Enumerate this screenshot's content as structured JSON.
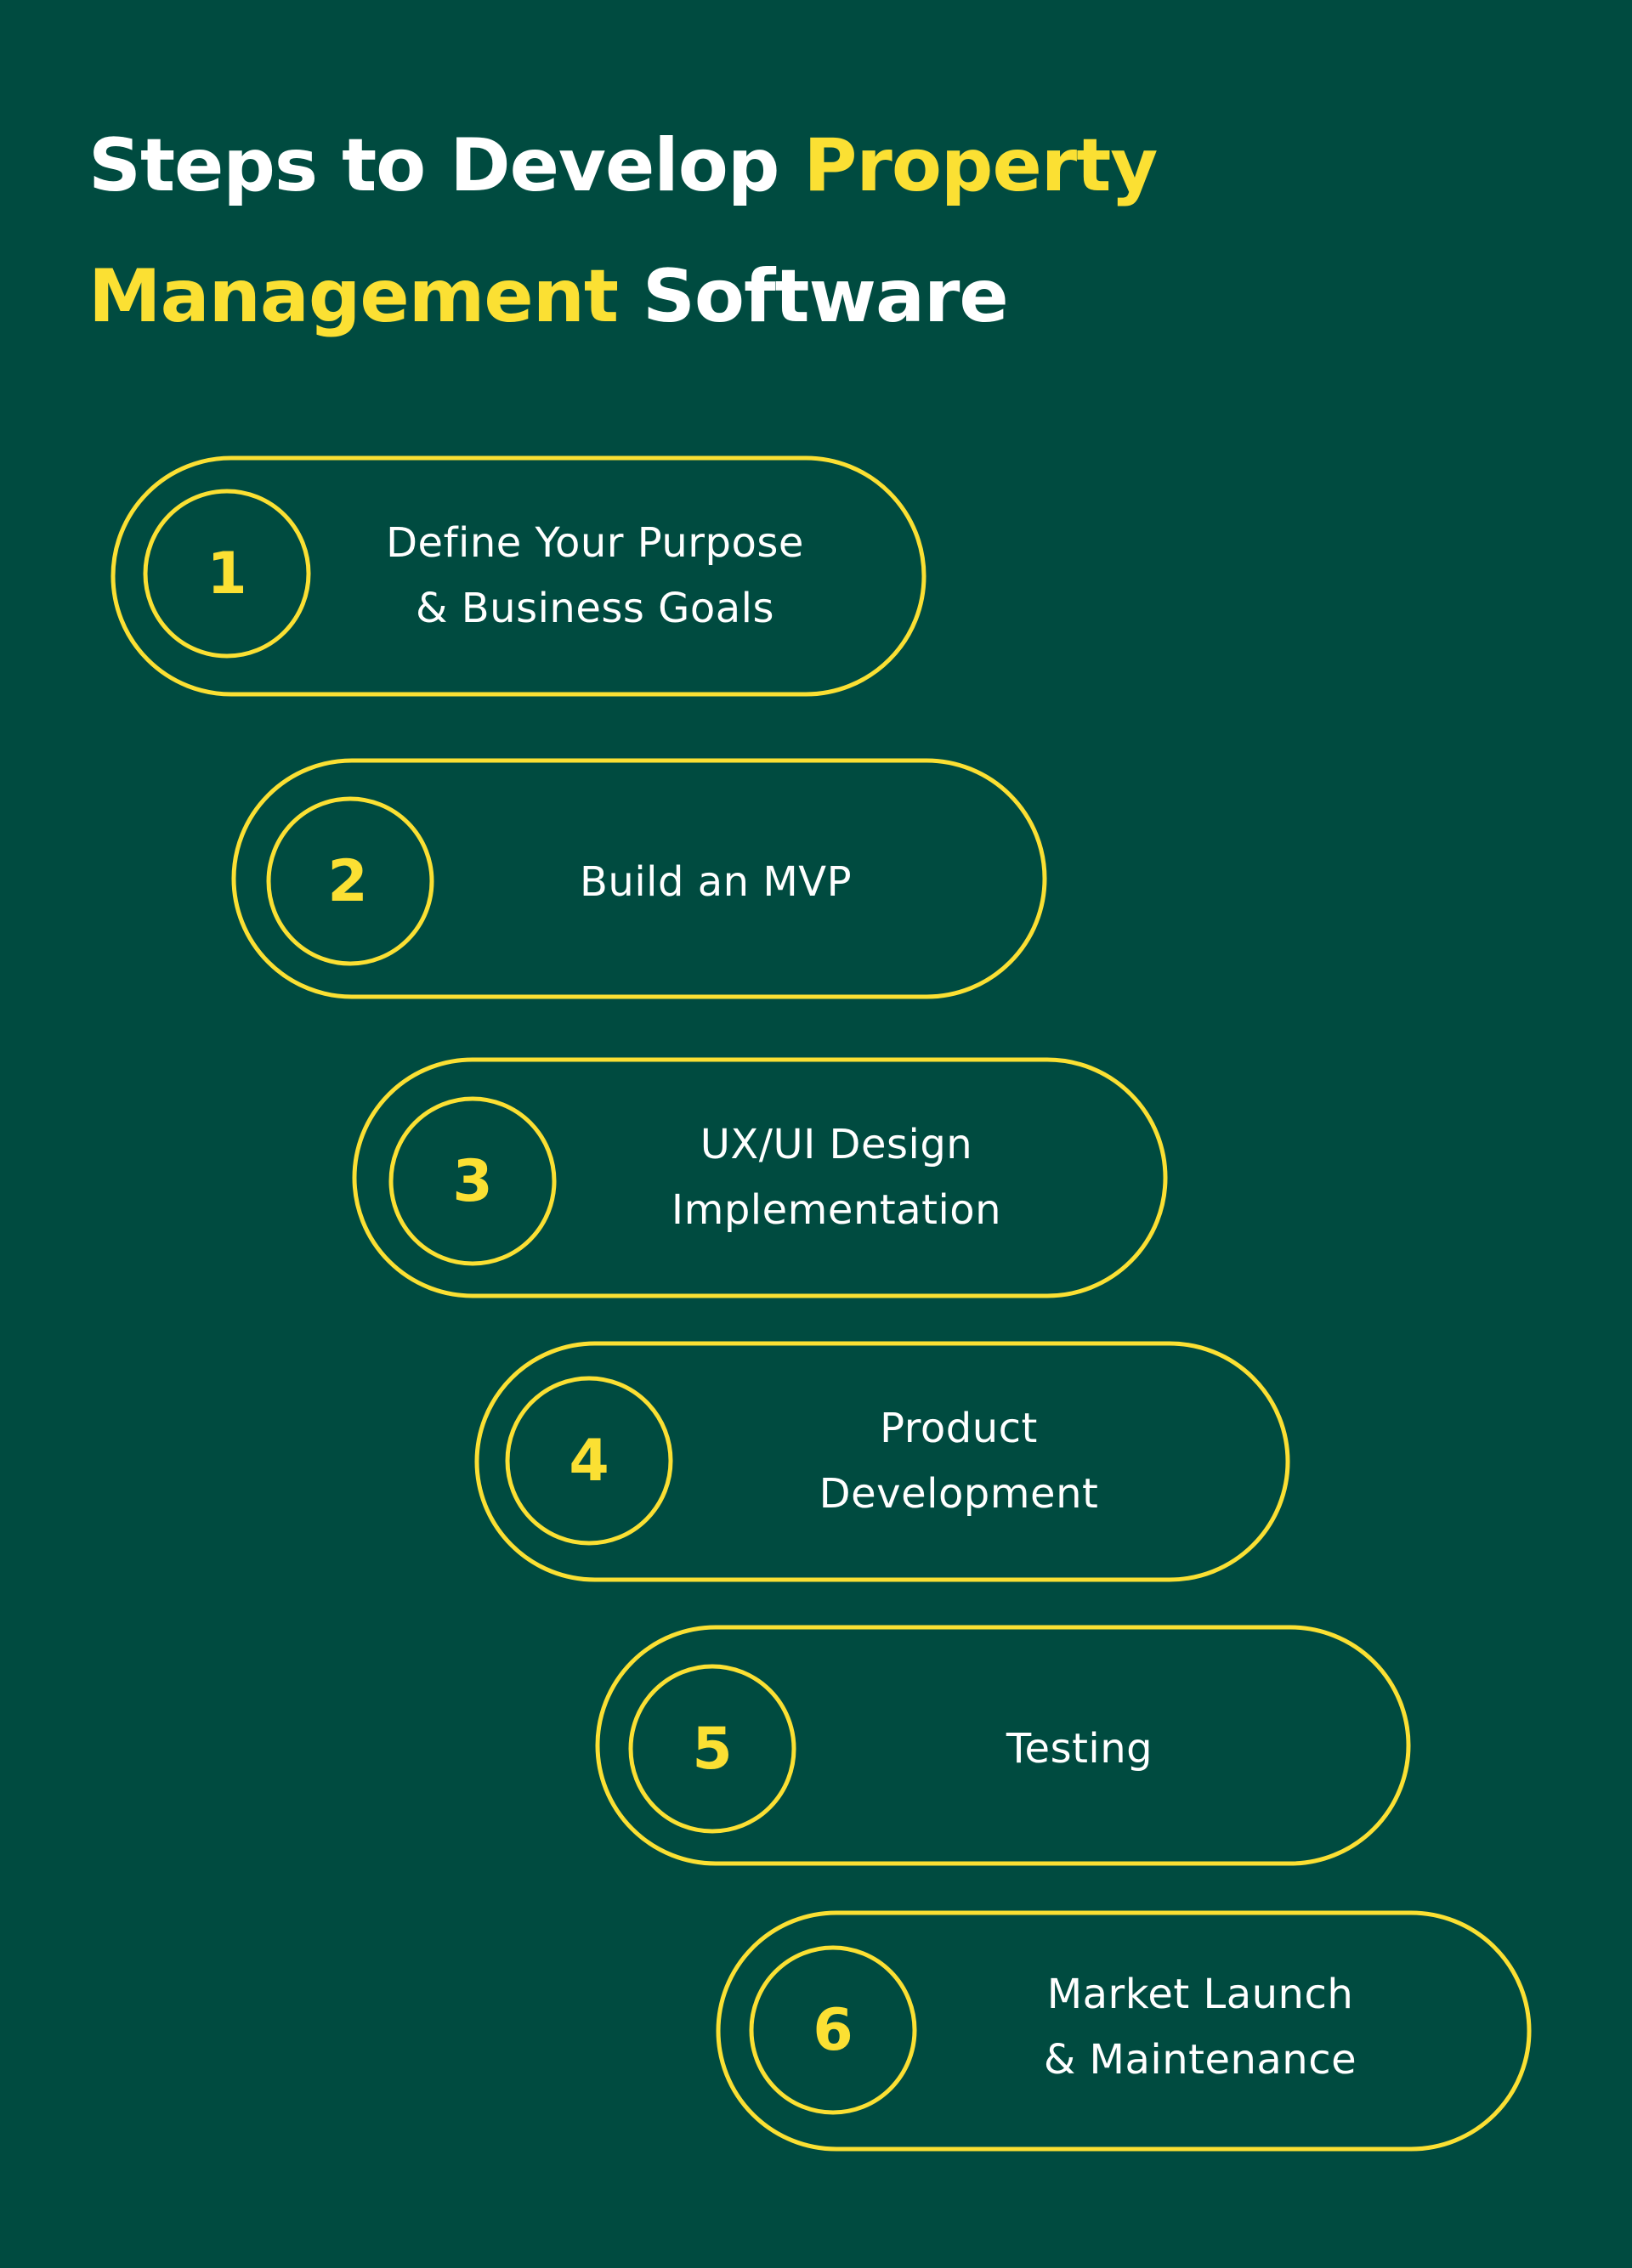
{
  "colors": {
    "background": "#004b40",
    "accent": "#fbe033",
    "text": "#ffffff"
  },
  "title": {
    "line1": {
      "plain": "Steps to Develop ",
      "highlight": "Property"
    },
    "line2": {
      "highlight": "Management",
      "plain": " Software"
    }
  },
  "steps": [
    {
      "number": "1",
      "lines": [
        "Define Your Purpose",
        "& Business Goals"
      ]
    },
    {
      "number": "2",
      "lines": [
        "Build an MVP"
      ]
    },
    {
      "number": "3",
      "lines": [
        "UX/UI Design",
        "Implementation"
      ]
    },
    {
      "number": "4",
      "lines": [
        "Product",
        "Development"
      ]
    },
    {
      "number": "5",
      "lines": [
        "Testing"
      ]
    },
    {
      "number": "6",
      "lines": [
        "Market Launch",
        "& Maintenance"
      ]
    }
  ]
}
